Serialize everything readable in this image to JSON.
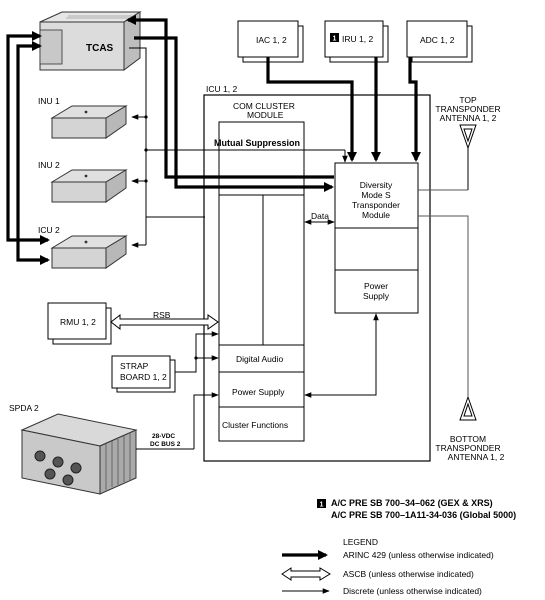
{
  "lru": {
    "tcas": "TCAS",
    "inu1": "INU 1",
    "inu2": "INU 2",
    "icu2": "ICU 2",
    "rmu": "RMU 1, 2",
    "strap_line1": "STRAP",
    "strap_line2": "BOARD 1, 2",
    "spda": "SPDA 2",
    "iac": "IAC 1, 2",
    "iru": "IRU 1, 2",
    "adc": "ADC 1, 2"
  },
  "note_marker": "1",
  "icu": {
    "title": "ICU 1, 2",
    "com_cluster_line1": "COM CLUSTER",
    "com_cluster_line2": "MODULE",
    "mutual_suppression": "Mutual Suppression",
    "transponder_lines": [
      "Diversity",
      "Mode S",
      "Transponder",
      "Module"
    ],
    "power_supply_lines": [
      "Power",
      "Supply"
    ],
    "digital_audio": "Digital Audio",
    "power_supply": "Power Supply",
    "cluster_functions": "Cluster Functions",
    "data_label": "Data"
  },
  "signals": {
    "rsb": "RSB",
    "bus_line1": "28-VDC",
    "bus_line2": "DC BUS 2"
  },
  "antennas": {
    "top_lines": [
      "TOP",
      "TRANSPONDER",
      "ANTENNA 1, 2"
    ],
    "bottom_lines": [
      "BOTTOM",
      "TRANSPONDER",
      "ANTENNA 1, 2"
    ]
  },
  "notes": [
    "A/C PRE SB 700–34–062 (GEX & XRS)",
    "A/C PRE SB 700–1A11-34-036 (Global 5000)"
  ],
  "legend": {
    "title": "LEGEND",
    "items": [
      "ARINC 429 (unless otherwise indicated)",
      "ASCB (unless otherwise indicated)",
      "Discrete (unless otherwise indicated)"
    ]
  }
}
